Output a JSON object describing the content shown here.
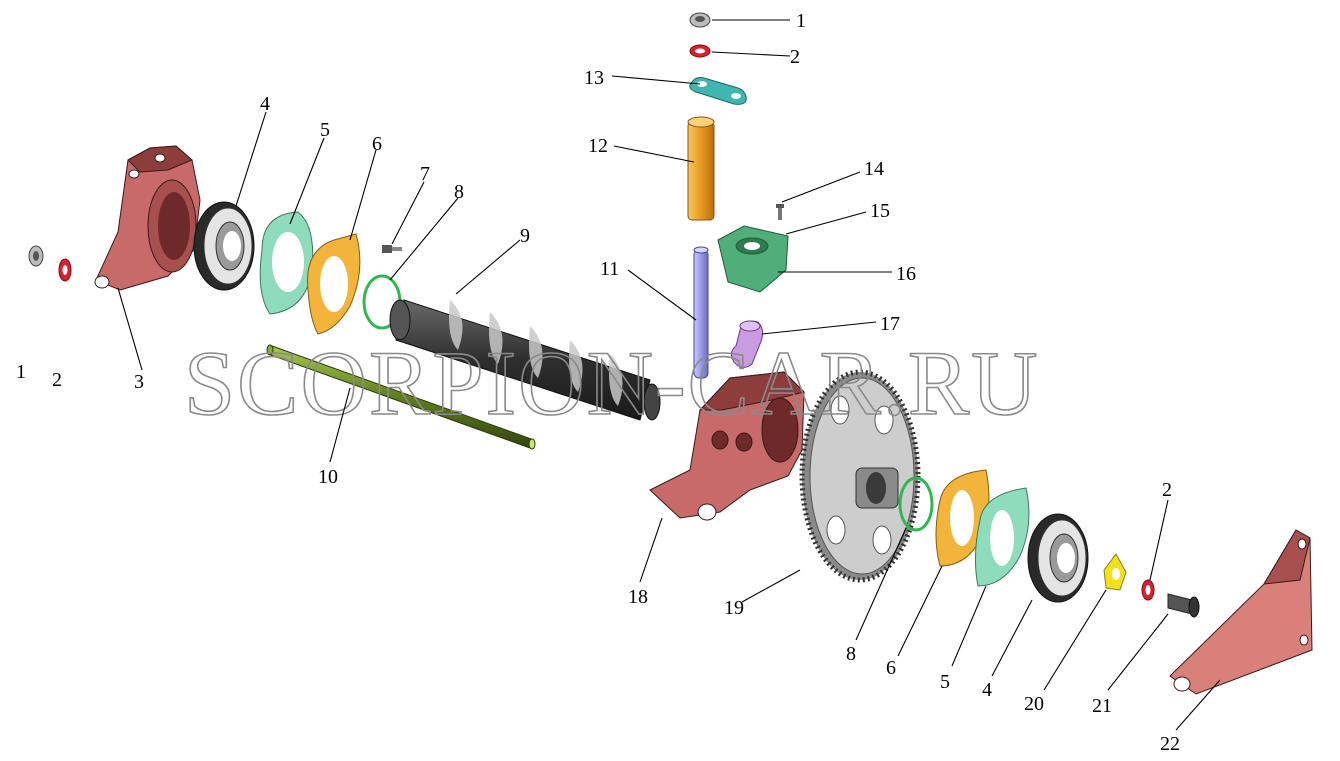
{
  "watermark": "SCORPION-CAR.RU",
  "colors": {
    "housing": "#c86a6a",
    "housing_shade": "#8e3d3d",
    "bearing": "#d8d8d8",
    "gasket": "#8fdcbc",
    "shim": "#f2b43a",
    "oring": "#2fb84f",
    "worm": "#3b3b3b",
    "shaft": "#6f8f2a",
    "sleeve": "#f0a52a",
    "bar": "#3fb7b0",
    "pin": "#9f9ff0",
    "flange": "#4fae7a",
    "lever": "#c99be0",
    "gear": "#c8c8c8",
    "lockplate": "#f0e020",
    "red_ring": "#d82030"
  },
  "callouts": [
    {
      "id": "c1a",
      "text": "1"
    },
    {
      "id": "c2a",
      "text": "2"
    },
    {
      "id": "c13",
      "text": "13"
    },
    {
      "id": "c12",
      "text": "12"
    },
    {
      "id": "c14",
      "text": "14"
    },
    {
      "id": "c15",
      "text": "15"
    },
    {
      "id": "c11",
      "text": "11"
    },
    {
      "id": "c16",
      "text": "16"
    },
    {
      "id": "c17",
      "text": "17"
    },
    {
      "id": "c4a",
      "text": "4"
    },
    {
      "id": "c5a",
      "text": "5"
    },
    {
      "id": "c6a",
      "text": "6"
    },
    {
      "id": "c7",
      "text": "7"
    },
    {
      "id": "c8a",
      "text": "8"
    },
    {
      "id": "c9",
      "text": "9"
    },
    {
      "id": "c1b",
      "text": "1"
    },
    {
      "id": "c2b",
      "text": "2"
    },
    {
      "id": "c3",
      "text": "3"
    },
    {
      "id": "c10",
      "text": "10"
    },
    {
      "id": "c18",
      "text": "18"
    },
    {
      "id": "c19",
      "text": "19"
    },
    {
      "id": "c8b",
      "text": "8"
    },
    {
      "id": "c6b",
      "text": "6"
    },
    {
      "id": "c5b",
      "text": "5"
    },
    {
      "id": "c4b",
      "text": "4"
    },
    {
      "id": "c20",
      "text": "20"
    },
    {
      "id": "c2c",
      "text": "2"
    },
    {
      "id": "c21",
      "text": "21"
    },
    {
      "id": "c22",
      "text": "22"
    }
  ]
}
